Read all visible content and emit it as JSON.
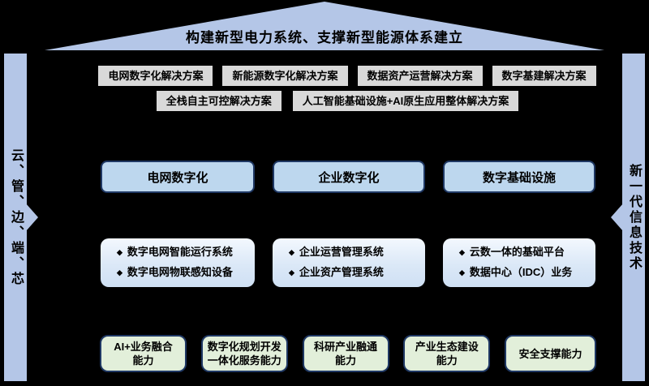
{
  "roof": {
    "title": "构建新型电力系统、支撑新型能源体系建立"
  },
  "left_pillar": {
    "text": "云、管、边、端、芯"
  },
  "right_pillar": {
    "text": "新一代信息技术"
  },
  "solutions": {
    "row1": [
      "电网数字化解决方案",
      "新能源数字化解决方案",
      "数据资产运营解决方案",
      "数字基建解决方案"
    ],
    "row2": [
      "全栈自主可控解决方案",
      "人工智能基础设施+AI原生应用整体解决方案"
    ]
  },
  "columns": [
    {
      "title": "电网数字化",
      "items": [
        {
          "text": "数字电网智能运行系统"
        },
        {
          "text": "数字电网物联感知设备"
        }
      ]
    },
    {
      "title": "企业数字化",
      "items": [
        {
          "text": "企业运营管理系统"
        },
        {
          "text": "企业资产管理系统"
        }
      ]
    },
    {
      "title": "数字基础设施",
      "items": [
        {
          "text": "云数一体的基础平台"
        },
        {
          "text": "数据中心（IDC）业务"
        }
      ]
    }
  ],
  "capabilities": [
    {
      "lines": [
        "AI+业务融合",
        "能力"
      ]
    },
    {
      "lines": [
        "数字化规划开发",
        "一体化服务能力"
      ]
    },
    {
      "lines": [
        "科研产业融通",
        "能力"
      ]
    },
    {
      "lines": [
        "产业生态建设",
        "能力"
      ]
    },
    {
      "lines": [
        "安全支撑能力"
      ]
    }
  ],
  "icons": {
    "list_bullet": "◆"
  },
  "colors": {
    "background": "#000000",
    "roof_and_pillars": "#b4c6e7",
    "column_title_fill": "#bdd7ee",
    "dark_border": "#1f3864",
    "solution_box_fill": "#d9d9d9",
    "capability_fill": "#e2efda",
    "list_card_fill_top": "#f3f8fe",
    "list_card_fill_bottom": "#cfe0f4",
    "text": "#000000"
  }
}
